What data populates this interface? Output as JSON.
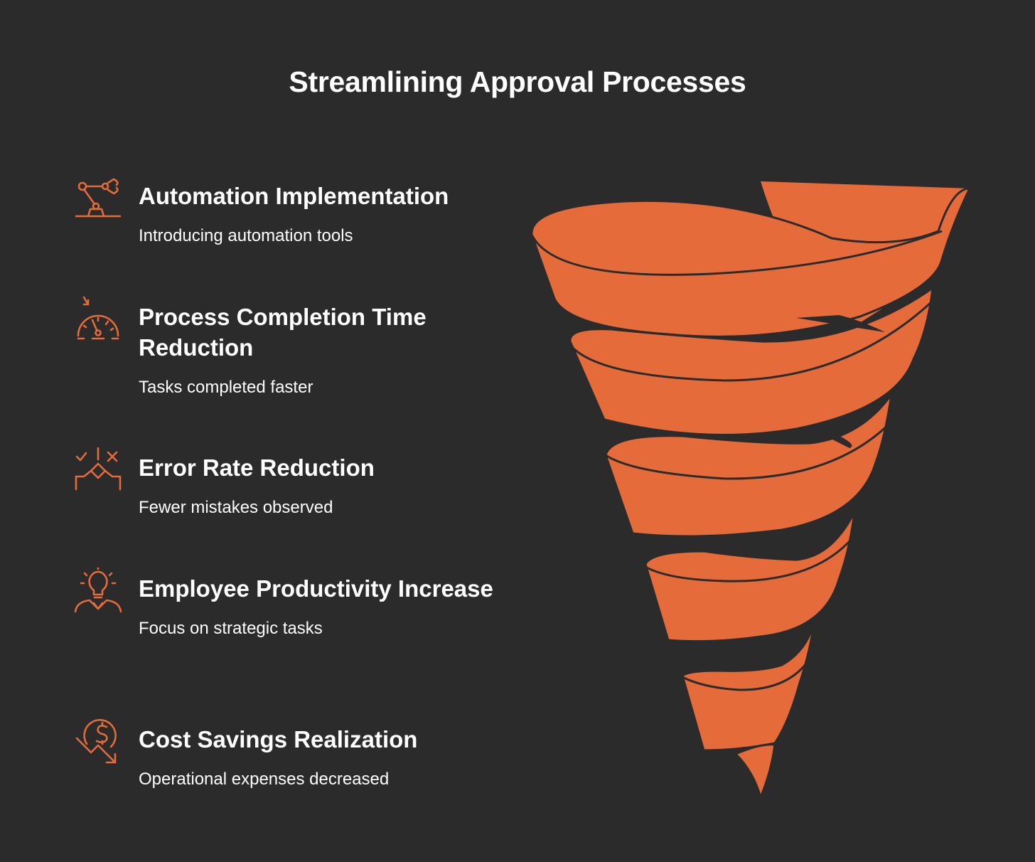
{
  "title": "Streamlining Approval Processes",
  "accent_color": "#e56b3a",
  "background_color": "#2b2b2b",
  "steps": [
    {
      "title": "Automation Implementation",
      "description": "Introducing automation tools",
      "icon": "robot-arm-icon"
    },
    {
      "title": "Process Completion Time Reduction",
      "description": "Tasks completed faster",
      "icon": "speedometer-icon"
    },
    {
      "title": "Error Rate Reduction",
      "description": "Fewer mistakes observed",
      "icon": "check-cross-decision-icon"
    },
    {
      "title": "Employee Productivity Increase",
      "description": "Focus on strategic tasks",
      "icon": "lightbulb-person-icon"
    },
    {
      "title": "Cost Savings Realization",
      "description": "Operational expenses decreased",
      "icon": "dollar-decrease-icon"
    }
  ]
}
